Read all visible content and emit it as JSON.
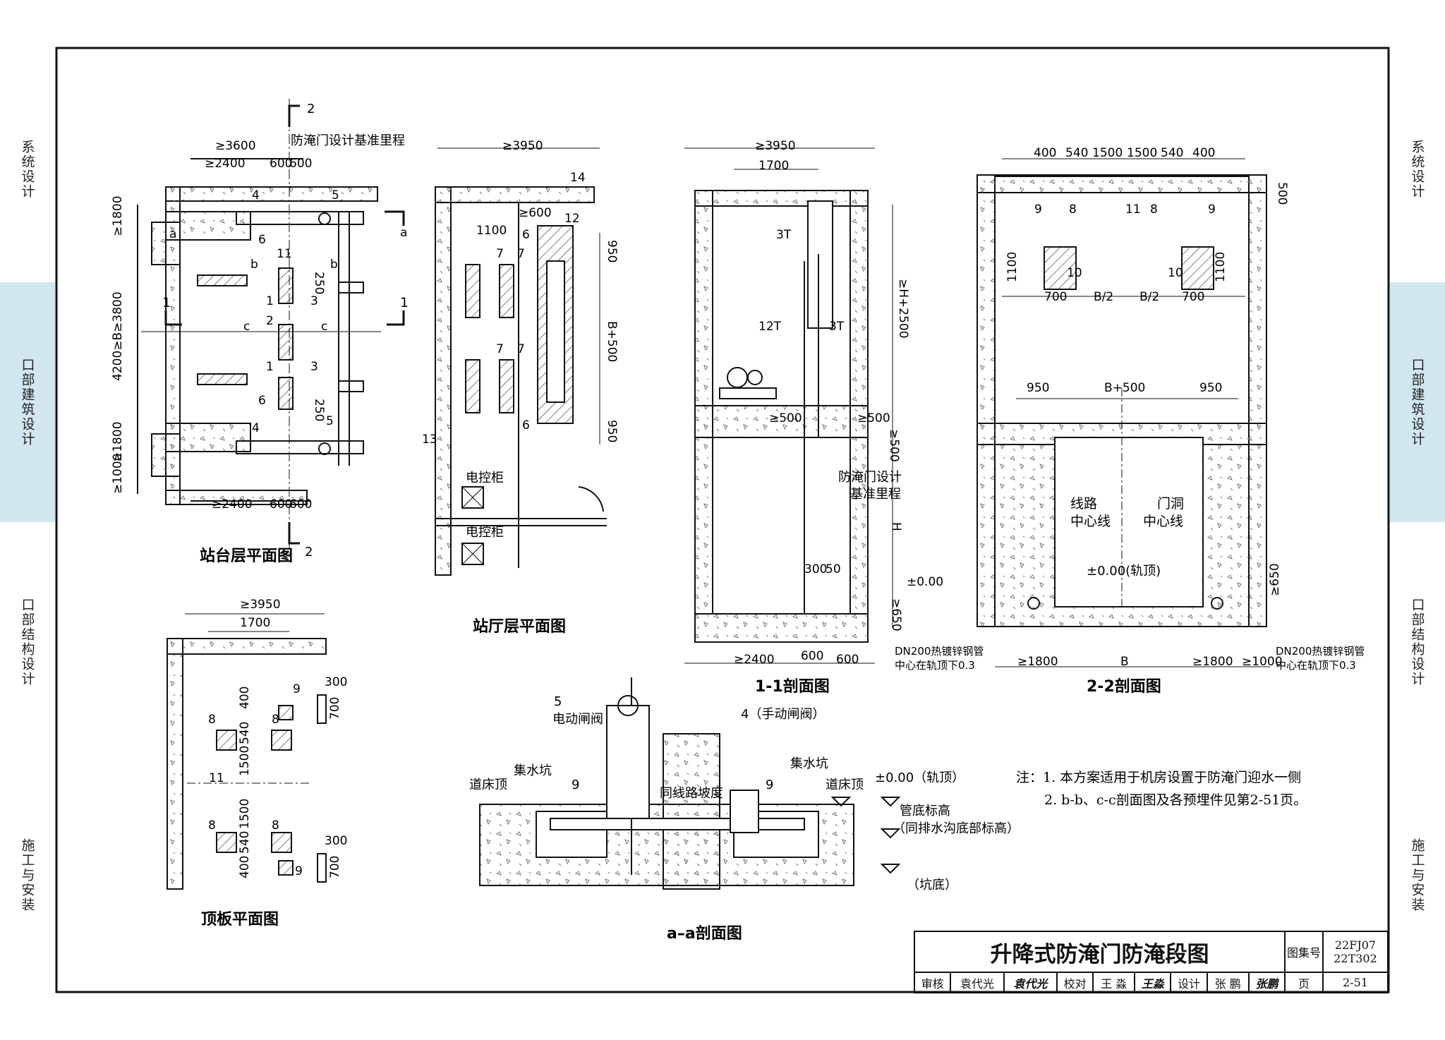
{
  "side_tabs": [
    {
      "label": "系统设计"
    },
    {
      "label": "口部建筑设计"
    },
    {
      "label": "口部结构设计"
    },
    {
      "label": "施工与安装"
    }
  ],
  "colors": {
    "highlight_band": "#d2e6ef",
    "line": "#111111",
    "hatch": "#555555"
  },
  "views": {
    "platform_plan": {
      "title": "站台层平面图",
      "dims": [
        "≥3600",
        "≥2400",
        "600",
        "600",
        "≥1800",
        "4200≥B≥3800",
        "≥1800",
        "≥1000",
        "≥2400",
        "600",
        "600",
        "250",
        "250"
      ],
      "labels": [
        "防淹门设计基准里程",
        "2",
        "2",
        "a",
        "a",
        "b",
        "b",
        "c",
        "c",
        "1",
        "1",
        "1",
        "2",
        "3",
        "1",
        "3",
        "4",
        "5",
        "6",
        "11",
        "6",
        "4",
        "5"
      ]
    },
    "hall_plan": {
      "title": "站厅层平面图",
      "dims": [
        "≥3950",
        "1100",
        "≥600",
        "950",
        "B+500",
        "950"
      ],
      "labels": [
        "14",
        "12",
        "7",
        "7",
        "6",
        "7",
        "7",
        "6",
        "13"
      ],
      "cabinets": [
        "电控柜",
        "电控柜"
      ]
    },
    "section_1_1": {
      "title": "1-1剖面图",
      "dims": [
        "≥3950",
        "1700",
        "≥H+2500",
        "≥500",
        "≥500",
        "≥500",
        "H",
        "≥650",
        "300",
        "50",
        "≥2400",
        "600",
        "600"
      ],
      "labels": [
        "3T",
        "12T",
        "3T",
        "防淹门设计",
        "基准里程",
        "±0.00"
      ]
    },
    "section_2_2": {
      "title": "2-2剖面图",
      "dims": [
        "400",
        "540",
        "1500",
        "1500",
        "540",
        "400",
        "500",
        "1100",
        "1100",
        "700",
        "B/2",
        "B/2",
        "700",
        "950",
        "B+500",
        "950",
        "≥650",
        "≥1800",
        "B",
        "≥1800",
        "≥1000"
      ],
      "labels": [
        "9",
        "8",
        "11",
        "8",
        "9",
        "10",
        "10",
        "线路",
        "中心线",
        "门洞",
        "中心线",
        "±0.00(轨顶)"
      ],
      "pipe_left": [
        "DN200热镀锌钢管",
        "中心在轨顶下0.3"
      ],
      "pipe_right": [
        "DN200热镀锌钢管",
        "中心在轨顶下0.3"
      ]
    },
    "roof_plan": {
      "title": "顶板平面图",
      "dims": [
        "≥3950",
        "1700",
        "400",
        "540",
        "1500",
        "1500",
        "540",
        "400",
        "300",
        "700",
        "300",
        "700"
      ],
      "labels": [
        "9",
        "8",
        "11",
        "8",
        "8",
        "8",
        "9"
      ]
    },
    "section_a_a": {
      "title": "a–a剖面图",
      "labels": [
        "5",
        "电动闸阀",
        "4（手动闸阀）",
        "道床顶",
        "集水坑",
        "9",
        "同线路坡度",
        "9",
        "集水坑",
        "道床顶",
        "±0.00（轨顶）",
        "管底标高",
        "（同排水沟底部标高）",
        "（坑底）"
      ]
    }
  },
  "notes": [
    "注：1. 本方案适用于机房设置于防淹门迎水一侧",
    "2. b-b、c-c剖面图及各预埋件见第2-51页。"
  ],
  "title_block": {
    "title": "升降式防淹门防淹段图",
    "atlas_label": "图集号",
    "atlas_no_1": "22FJ07",
    "atlas_no_2": "22T302",
    "review_label": "审核",
    "reviewer": "袁代光",
    "reviewer_sig": "袁代光",
    "check_label": "校对",
    "checker": "王 淼",
    "checker_sig": "王淼",
    "design_label": "设计",
    "designer": "张 鹏",
    "designer_sig": "张鹏",
    "page_label": "页",
    "page_no": "2-51"
  }
}
